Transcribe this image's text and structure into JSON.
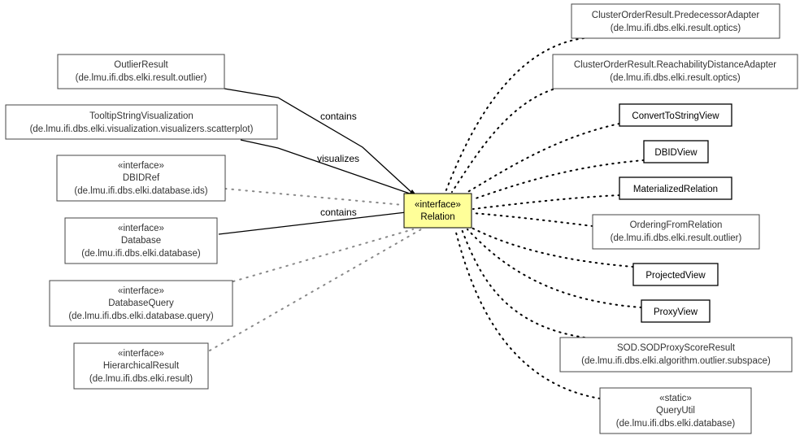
{
  "diagram": {
    "center": {
      "stereotype": "«interface»",
      "name": "Relation",
      "fill": "#ffff99"
    },
    "left_nodes": [
      {
        "id": "outlier-result",
        "lines": [
          "OutlierResult",
          "(de.lmu.ifi.dbs.elki.result.outlier)"
        ]
      },
      {
        "id": "tooltip-string-visualization",
        "lines": [
          "TooltipStringVisualization",
          "(de.lmu.ifi.dbs.elki.visualization.visualizers.scatterplot)"
        ]
      },
      {
        "id": "dbidref",
        "lines": [
          "«interface»",
          "DBIDRef",
          "(de.lmu.ifi.dbs.elki.database.ids)"
        ]
      },
      {
        "id": "database",
        "lines": [
          "«interface»",
          "Database",
          "(de.lmu.ifi.dbs.elki.database)"
        ]
      },
      {
        "id": "database-query",
        "lines": [
          "«interface»",
          "DatabaseQuery",
          "(de.lmu.ifi.dbs.elki.database.query)"
        ]
      },
      {
        "id": "hierarchical-result",
        "lines": [
          "«interface»",
          "HierarchicalResult",
          "(de.lmu.ifi.dbs.elki.result)"
        ]
      }
    ],
    "right_nodes": [
      {
        "id": "cluster-order-result-predecessor-adapter",
        "lines": [
          "ClusterOrderResult.PredecessorAdapter",
          "(de.lmu.ifi.dbs.elki.result.optics)"
        ]
      },
      {
        "id": "cluster-order-result-reachability-distance-adapter",
        "lines": [
          "ClusterOrderResult.ReachabilityDistanceAdapter",
          "(de.lmu.ifi.dbs.elki.result.optics)"
        ]
      },
      {
        "id": "convert-to-string-view",
        "lines": [
          "ConvertToStringView"
        ]
      },
      {
        "id": "dbid-view",
        "lines": [
          "DBIDView"
        ]
      },
      {
        "id": "materialized-relation",
        "lines": [
          "MaterializedRelation"
        ]
      },
      {
        "id": "ordering-from-relation",
        "lines": [
          "OrderingFromRelation",
          "(de.lmu.ifi.dbs.elki.result.outlier)"
        ]
      },
      {
        "id": "projected-view",
        "lines": [
          "ProjectedView"
        ]
      },
      {
        "id": "proxy-view",
        "lines": [
          "ProxyView"
        ]
      },
      {
        "id": "sod-proxy-score-result",
        "lines": [
          "SOD.SODProxyScoreResult",
          "(de.lmu.ifi.dbs.elki.algorithm.outlier.subspace)"
        ]
      },
      {
        "id": "query-util",
        "lines": [
          "«static»",
          "QueryUtil",
          "(de.lmu.ifi.dbs.elki.database)"
        ]
      }
    ],
    "edge_labels": {
      "contains_1": "contains",
      "visualizes": "visualizes",
      "contains_2": "contains"
    }
  }
}
